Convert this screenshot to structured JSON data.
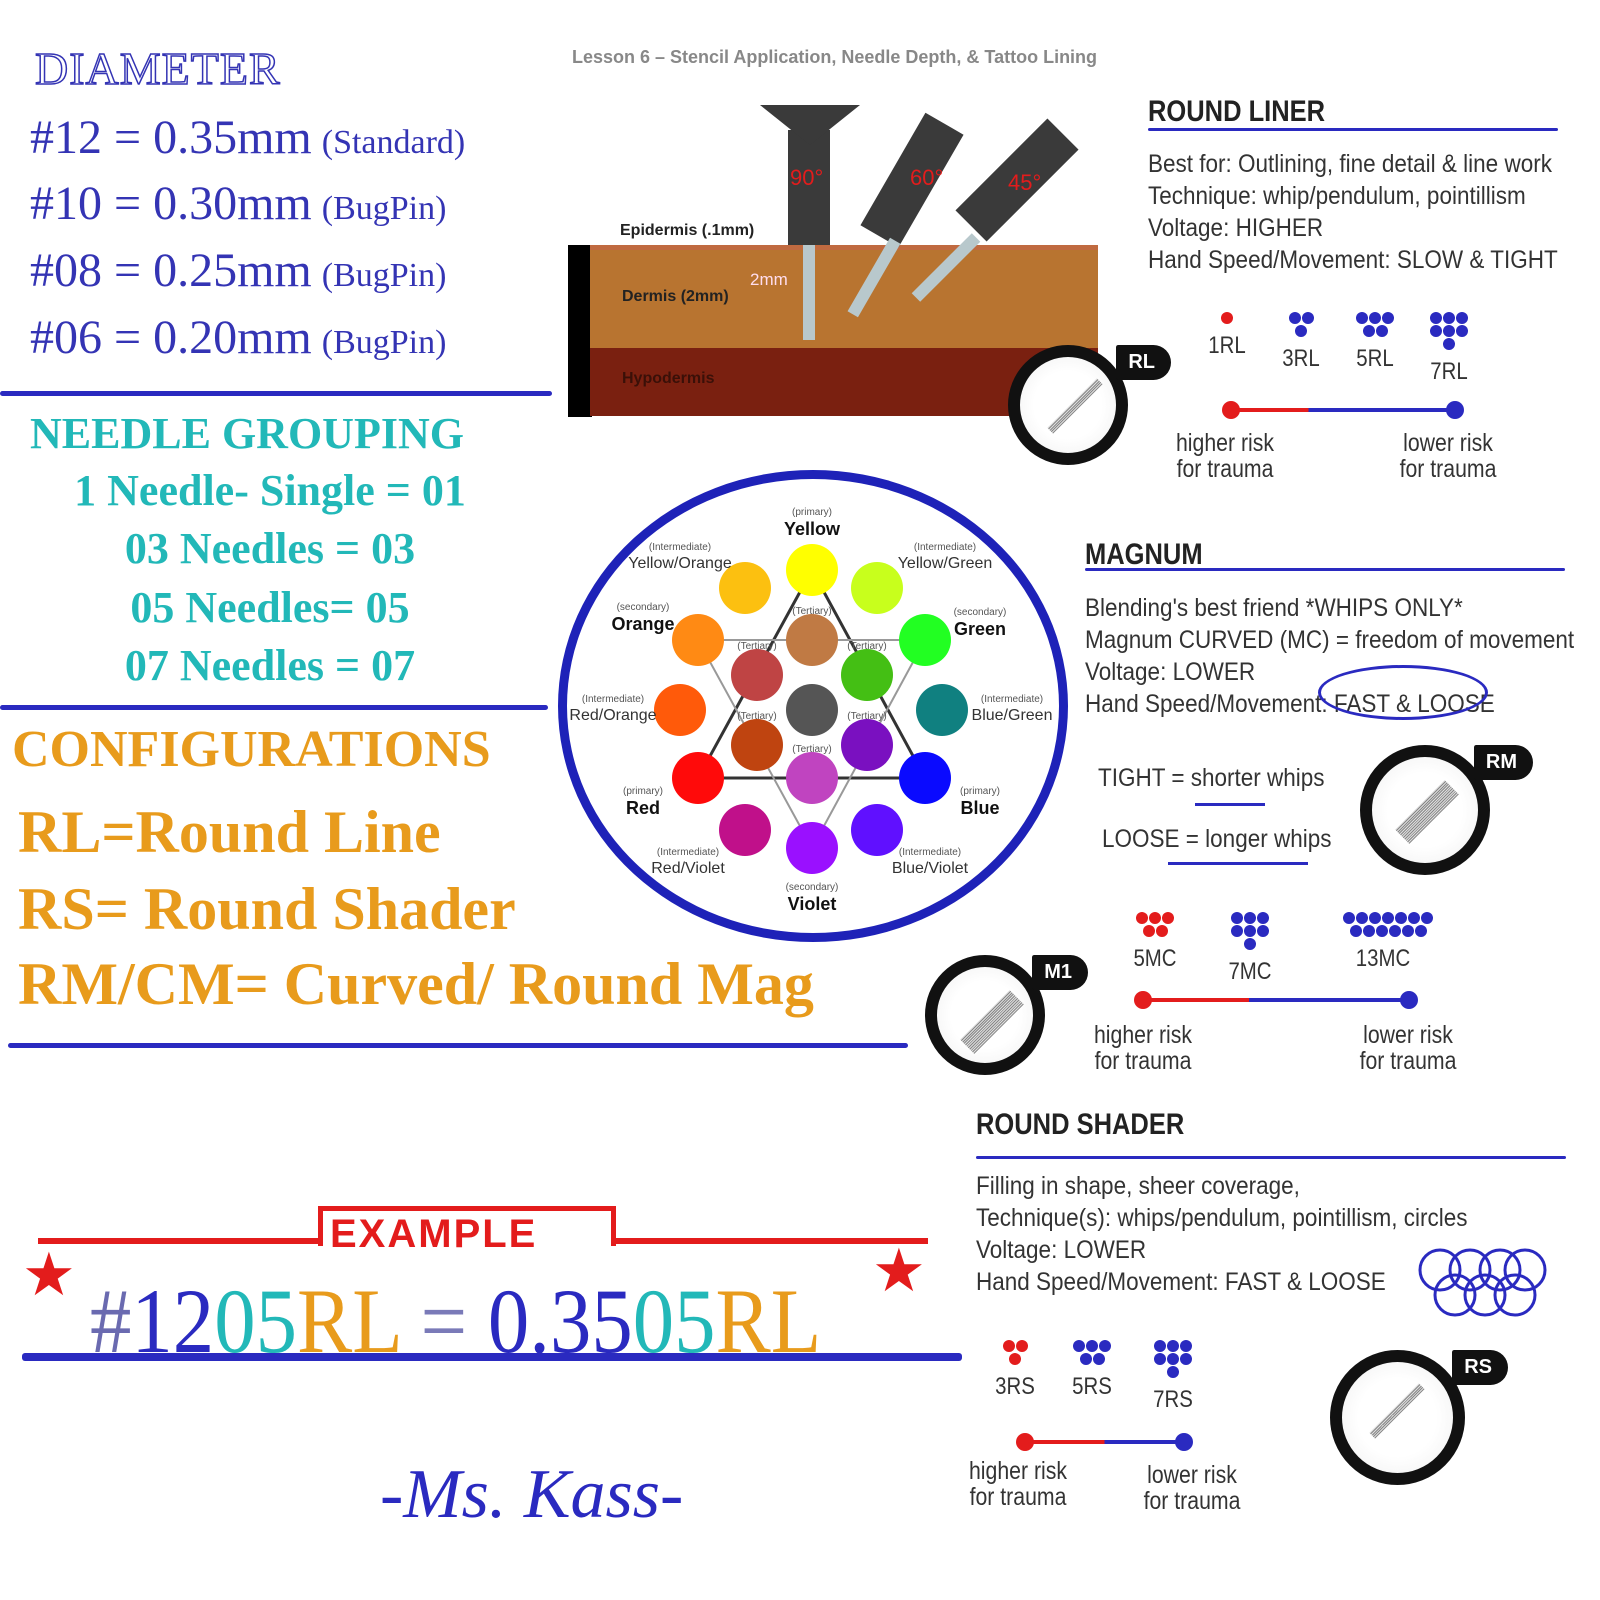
{
  "lesson_title": "Lesson 6 – Stencil Application, Needle Depth, & Tattoo Lining",
  "diameter": {
    "title": "DIAMETER",
    "rows": [
      {
        "size": "#12 = 0.35mm",
        "note": "(Standard)"
      },
      {
        "size": "#10 = 0.30mm",
        "note": "(BugPin)"
      },
      {
        "size": "#08 = 0.25mm",
        "note": "(BugPin)"
      },
      {
        "size": "#06 = 0.20mm",
        "note": "(BugPin)"
      }
    ]
  },
  "needle_grouping": {
    "title": "NEEDLE GROUPING",
    "rows": [
      "1 Needle- Single = 01",
      "03 Needles = 03",
      "05 Needles= 05",
      "07 Needles = 07"
    ]
  },
  "configurations": {
    "title": "CONFIGURATIONS",
    "rows": [
      "RL=Round Line",
      "RS= Round Shader",
      "RM/CM= Curved/ Round Mag"
    ]
  },
  "example": {
    "label": "EXAMPLE",
    "parts": [
      "#",
      "12",
      "05",
      "RL",
      " = ",
      "0.35",
      "05",
      "RL"
    ]
  },
  "signature": "-Ms. Kass-",
  "skin_diagram": {
    "epidermis": "Epidermis (.1mm)",
    "dermis": "Dermis (2mm)",
    "hypodermis": "Hypodermis",
    "depth": "2mm",
    "angles": [
      "90°",
      "60°",
      "45°"
    ]
  },
  "round_liner": {
    "title": "ROUND LINER",
    "lines": [
      "Best for: Outlining, fine detail & line work",
      "Technique: whip/pendulum, pointillism",
      "Voltage: HIGHER",
      "Hand Speed/Movement: SLOW & TIGHT"
    ],
    "groups": [
      {
        "label": "1RL",
        "dots": 1
      },
      {
        "label": "3RL",
        "dots": 3
      },
      {
        "label": "5RL",
        "dots": 5
      },
      {
        "label": "7RL",
        "dots": 7
      }
    ],
    "tag": "RL"
  },
  "magnum": {
    "title": "MAGNUM",
    "lines": [
      "Blending's best friend *WHIPS ONLY*",
      "Magnum CURVED (MC) = freedom of movement",
      "Voltage: LOWER",
      "Hand Speed/Movement: FAST & LOOSE"
    ],
    "tight": "TIGHT = shorter whips",
    "loose": "LOOSE = longer whips",
    "groups": [
      {
        "label": "5MC",
        "dots": 5
      },
      {
        "label": "7MC",
        "dots": 7
      },
      {
        "label": "13MC",
        "dots": 13
      }
    ],
    "tag": "RM",
    "tag2": "M1"
  },
  "round_shader": {
    "title": "ROUND SHADER",
    "lines": [
      "Filling in shape, sheer coverage,",
      "Technique(s): whips/pendulum, pointillism, circles",
      "Voltage: LOWER",
      "Hand Speed/Movement: FAST & LOOSE"
    ],
    "groups": [
      {
        "label": "3RS",
        "dots": 3
      },
      {
        "label": "5RS",
        "dots": 5
      },
      {
        "label": "7RS",
        "dots": 7
      }
    ],
    "tag": "RS"
  },
  "risk": {
    "high": "higher risk for trauma",
    "low": "lower risk for trauma"
  },
  "color_wheel": {
    "colors": [
      {
        "name": "Yellow",
        "kind": "(primary)",
        "hex": "#ffff00"
      },
      {
        "name": "Yellow/Orange",
        "kind": "(Intermediate)",
        "hex": "#fcc010"
      },
      {
        "name": "Yellow/Green",
        "kind": "(Intermediate)",
        "hex": "#c8ff1c"
      },
      {
        "name": "Orange",
        "kind": "(secondary)",
        "hex": "#ff8a14"
      },
      {
        "name": "Green",
        "kind": "(secondary)",
        "hex": "#22ff22"
      },
      {
        "name": "Red/Orange",
        "kind": "(Intermediate)",
        "hex": "#ff5a0a"
      },
      {
        "name": "Blue/Green",
        "kind": "(Intermediate)",
        "hex": "#108080"
      },
      {
        "name": "Red",
        "kind": "(primary)",
        "hex": "#ff0a0a"
      },
      {
        "name": "Blue",
        "kind": "(primary)",
        "hex": "#0a0aff"
      },
      {
        "name": "Red/Violet",
        "kind": "(Intermediate)",
        "hex": "#c0108a"
      },
      {
        "name": "Violet",
        "kind": "(secondary)",
        "hex": "#9a10ff"
      },
      {
        "name": "Blue/Violet",
        "kind": "(Intermediate)",
        "hex": "#6010ff"
      }
    ],
    "tertiary_label": "(Tertiary)",
    "tertiary": [
      "#c07a44",
      "#bf4444",
      "#44bf14",
      "#bf4410",
      "#7a10c0",
      "#c044c0",
      "#555555"
    ]
  },
  "colors": {
    "blue": "#3434b4",
    "teal": "#22b8b8",
    "orange": "#e89b1c",
    "red": "#e31c1c"
  }
}
